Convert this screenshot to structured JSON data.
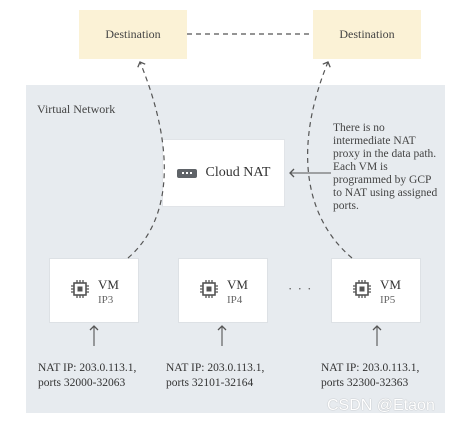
{
  "destinations": [
    "Destination",
    "Destination"
  ],
  "virtual_network": {
    "label": "Virtual Network"
  },
  "cloud_nat": {
    "label": "Cloud NAT",
    "icon": "router-icon"
  },
  "note": "There is no intermediate NAT proxy in the data path. Each VM is programmed by GCP to NAT using assigned ports.",
  "vms": [
    {
      "title": "VM",
      "ip": "IP3",
      "nat_ip_line": "NAT IP: 203.0.113.1,",
      "ports_line": "ports 32000-32063"
    },
    {
      "title": "VM",
      "ip": "IP4",
      "nat_ip_line": "NAT IP: 203.0.113.1,",
      "ports_line": "ports 32101-32164"
    },
    {
      "title": "VM",
      "ip": "IP5",
      "nat_ip_line": "NAT IP: 203.0.113.1,",
      "ports_line": "ports 32300-32363"
    }
  ],
  "ellipsis": "· · ·",
  "watermark": "CSDN @Etaon",
  "colors": {
    "destination_fill": "#fbf2d6",
    "network_fill": "#e7ebef",
    "node_fill": "#ffffff",
    "connector": "#555555"
  }
}
